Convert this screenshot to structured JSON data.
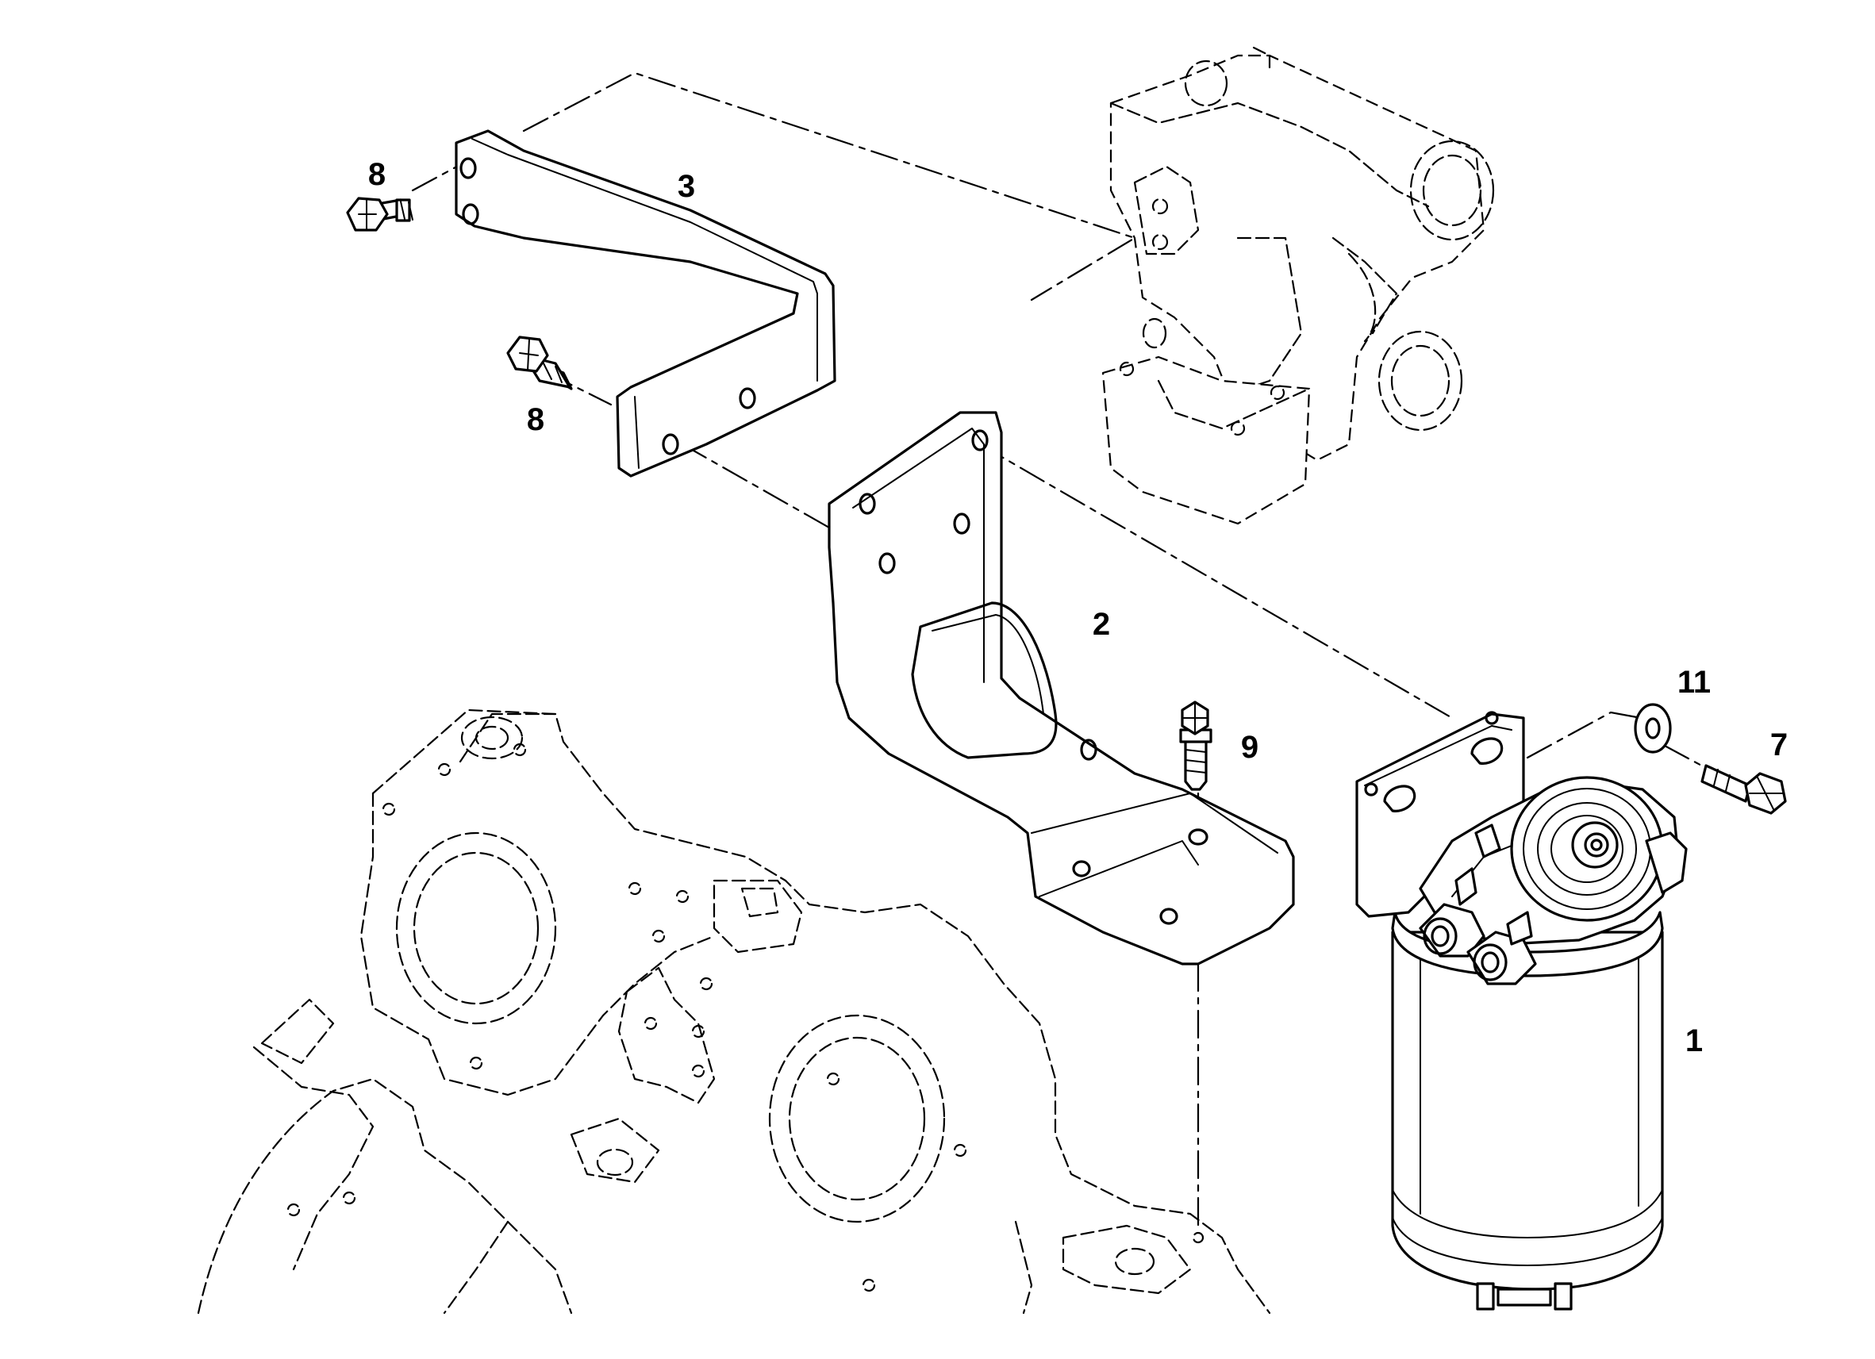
{
  "diagram": {
    "callouts": [
      {
        "id": "c1",
        "label": "1"
      },
      {
        "id": "c2",
        "label": "2"
      },
      {
        "id": "c3",
        "label": "3"
      },
      {
        "id": "c7",
        "label": "7"
      },
      {
        "id": "c8a",
        "label": "8"
      },
      {
        "id": "c8b",
        "label": "8"
      },
      {
        "id": "c9",
        "label": "9"
      },
      {
        "id": "c11",
        "label": "11"
      }
    ]
  }
}
